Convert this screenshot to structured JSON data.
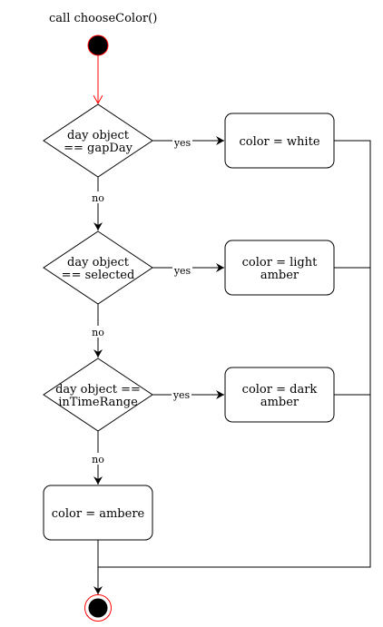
{
  "title": "call chooseColor()",
  "decisions": [
    {
      "line1": "day object",
      "line2": "== gapDay",
      "yes": "yes",
      "no": "no"
    },
    {
      "line1": "day object",
      "line2": "== selected",
      "yes": "yes",
      "no": "no"
    },
    {
      "line1": "day object ==",
      "line2": "inTimeRange",
      "yes": "yes",
      "no": "no"
    }
  ],
  "actions": [
    {
      "line1": "color = white",
      "line2": ""
    },
    {
      "line1": "color = light",
      "line2": "amber"
    },
    {
      "line1": "color = dark",
      "line2": "amber"
    },
    {
      "line1": "color = ambere",
      "line2": ""
    }
  ],
  "colors": {
    "start_outline": "#ff0000",
    "start_fill": "#000000",
    "end_outline": "#ff0000",
    "end_fill": "#000000",
    "initial_flow": "#ff0000",
    "line": "#000000"
  }
}
